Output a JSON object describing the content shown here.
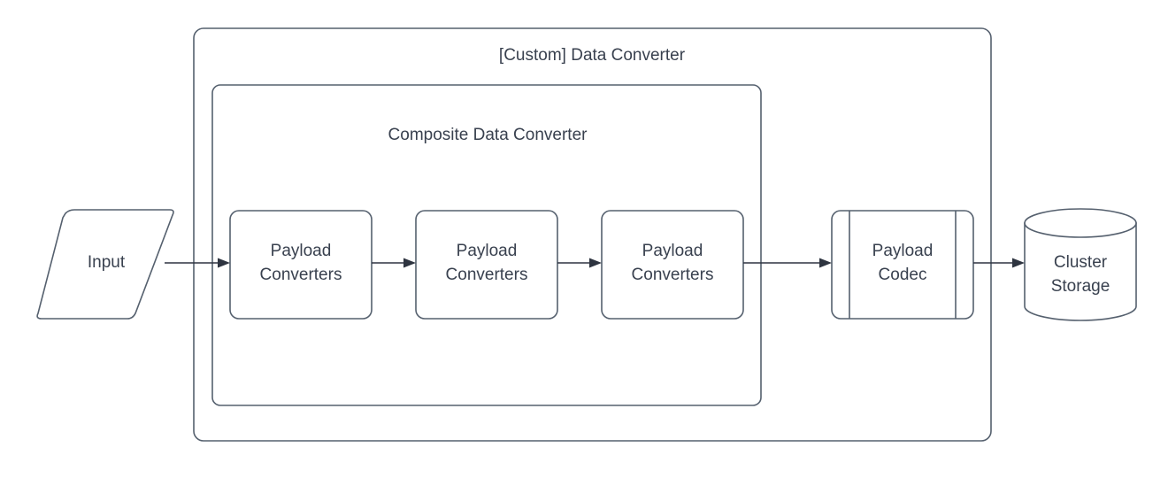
{
  "diagram": {
    "type": "flowchart",
    "background_color": "#ffffff",
    "stroke_color": "#55606e",
    "text_color": "#39414f",
    "arrow_color": "#2e3440",
    "containers": [
      {
        "id": "custom-data-converter",
        "label": "[Custom] Data Converter",
        "shape": "rounded-rectangle"
      },
      {
        "id": "composite-data-converter",
        "label": "Composite Data Converter",
        "shape": "rounded-rectangle"
      }
    ],
    "nodes": [
      {
        "id": "input",
        "label": "Input",
        "shape": "parallelogram"
      },
      {
        "id": "payload-converters-1",
        "label_line1": "Payload",
        "label_line2": "Converters",
        "shape": "rounded-rectangle"
      },
      {
        "id": "payload-converters-2",
        "label_line1": "Payload",
        "label_line2": "Converters",
        "shape": "rounded-rectangle"
      },
      {
        "id": "payload-converters-3",
        "label_line1": "Payload",
        "label_line2": "Converters",
        "shape": "rounded-rectangle"
      },
      {
        "id": "payload-codec",
        "label_line1": "Payload",
        "label_line2": "Codec",
        "shape": "predefined-process"
      },
      {
        "id": "cluster-storage",
        "label_line1": "Cluster",
        "label_line2": "Storage",
        "shape": "cylinder"
      }
    ],
    "edges": [
      {
        "id": "edge-input-to-pc1",
        "from": "input",
        "to": "payload-converters-1",
        "arrow": "single"
      },
      {
        "id": "edge-pc1-to-pc2",
        "from": "payload-converters-1",
        "to": "payload-converters-2",
        "arrow": "single"
      },
      {
        "id": "edge-pc2-to-pc3",
        "from": "payload-converters-2",
        "to": "payload-converters-3",
        "arrow": "single"
      },
      {
        "id": "edge-pc3-to-codec",
        "from": "payload-converters-3",
        "to": "payload-codec",
        "arrow": "single"
      },
      {
        "id": "edge-codec-to-storage",
        "from": "payload-codec",
        "to": "cluster-storage",
        "arrow": "single"
      }
    ]
  }
}
